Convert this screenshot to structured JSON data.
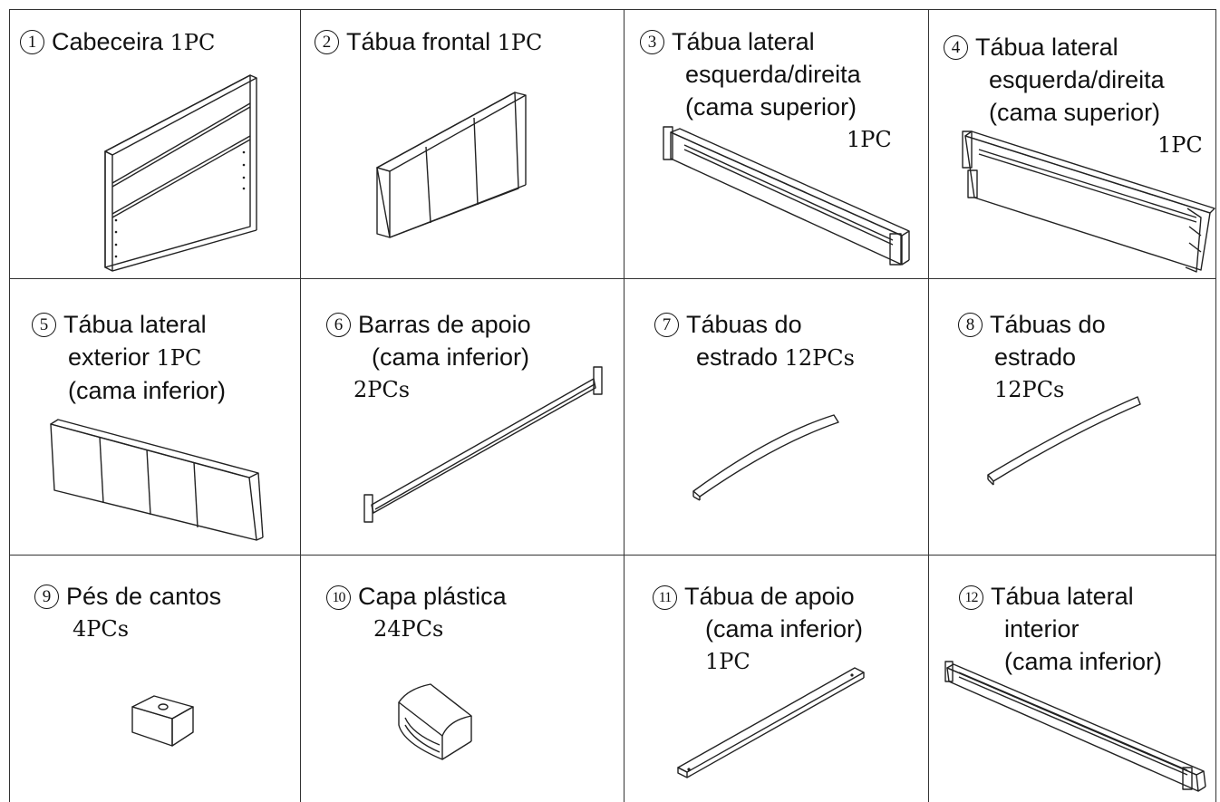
{
  "parts": [
    {
      "number": "1",
      "lines": [
        "Cabeceira"
      ],
      "qty": "1PC",
      "qty_inline": true
    },
    {
      "number": "2",
      "lines": [
        "Tábua frontal"
      ],
      "qty": "1PC",
      "qty_inline": true
    },
    {
      "number": "3",
      "lines": [
        "Tábua lateral",
        "esquerda/direita",
        "(cama superior)"
      ],
      "qty": "1PC",
      "qty_inline": false
    },
    {
      "number": "4",
      "lines": [
        "Tábua lateral",
        "esquerda/direita",
        "(cama superior)"
      ],
      "qty": "1PC",
      "qty_inline": false
    },
    {
      "number": "5",
      "lines": [
        "Tábua lateral",
        "exterior",
        "(cama inferior)"
      ],
      "qty": "1PC",
      "qty_inline": true
    },
    {
      "number": "6",
      "lines": [
        "Barras de apoio",
        "(cama inferior)"
      ],
      "qty": "2PCs",
      "qty_inline": false
    },
    {
      "number": "7",
      "lines": [
        "Tábuas do",
        "estrado"
      ],
      "qty": "12PCs",
      "qty_inline": true
    },
    {
      "number": "8",
      "lines": [
        "Tábuas do",
        "estrado"
      ],
      "qty": "12PCs",
      "qty_inline": false
    },
    {
      "number": "9",
      "lines": [
        "Pés de cantos"
      ],
      "qty": "4PCs",
      "qty_inline": false
    },
    {
      "number": "10",
      "lines": [
        "Capa plástica"
      ],
      "qty": "24PCs",
      "qty_inline": false
    },
    {
      "number": "11",
      "lines": [
        "Tábua de apoio",
        "(cama inferior)"
      ],
      "qty": "1PC",
      "qty_inline": false
    },
    {
      "number": "12",
      "lines": [
        "Tábua lateral",
        "interior",
        "(cama inferior)"
      ],
      "qty": "",
      "qty_inline": false
    }
  ]
}
